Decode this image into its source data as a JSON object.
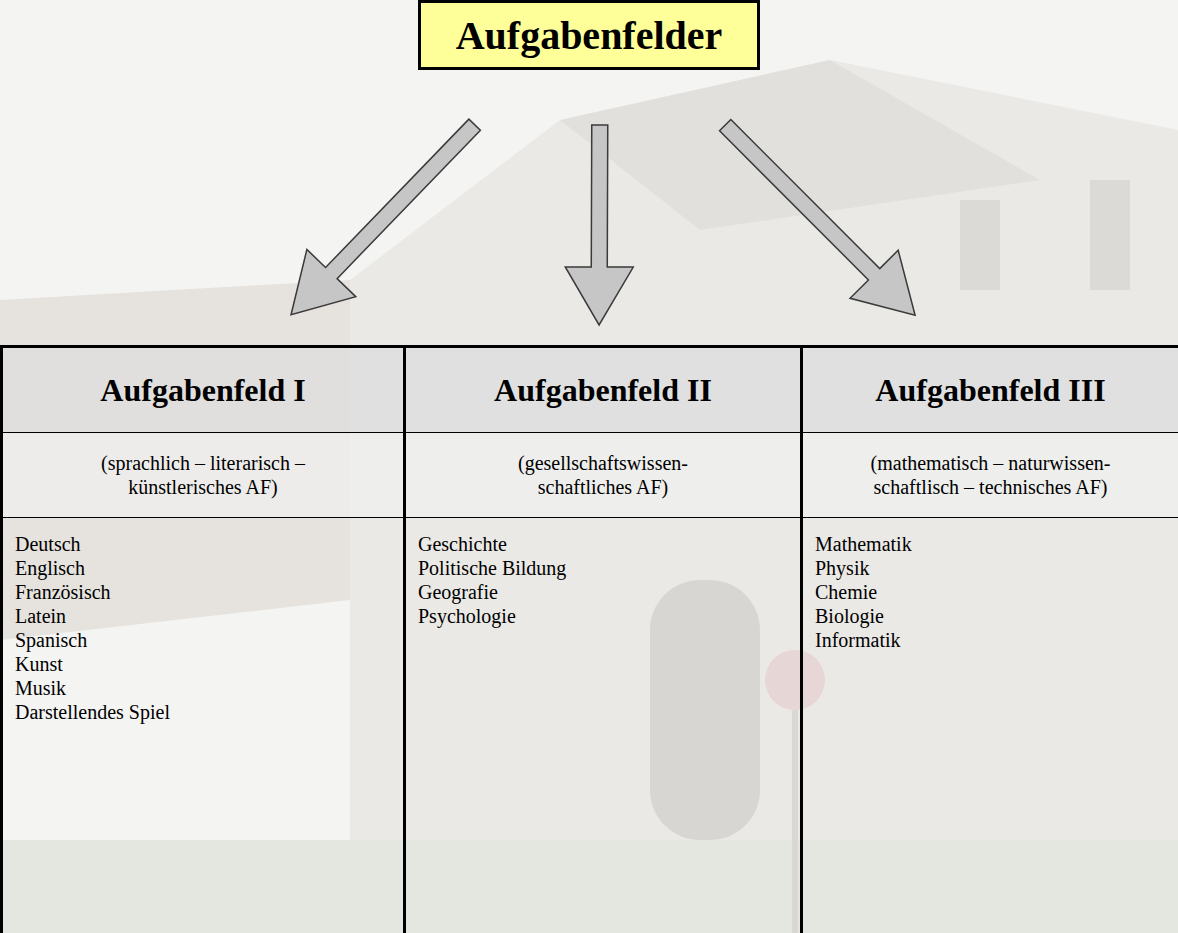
{
  "diagram": {
    "nodes": [
      {
        "text": [
          "Aufgabenfelder"
        ]
      },
      {
        "text": [
          "Aufgabenfeld I",
          "(sprachlich – literarisch – künstlerisches AF)",
          "Deutsch",
          "Englisch",
          "Französisch",
          "Latein",
          "Spanisch",
          "Kunst",
          "Musik",
          "Darstellendes Spiel"
        ]
      },
      {
        "text": [
          "Aufgabenfeld II",
          "(gesellschaftswissen- schaftliches AF)",
          "Geschichte",
          "Politische Bildung",
          "Geografie",
          "Psychologie"
        ]
      },
      {
        "text": [
          "Aufgabenfeld III",
          "(mathematisch – naturwissen- schaftlisch – technisches AF)",
          "Mathematik",
          "Physik",
          "Chemie",
          "Biologie",
          "Informatik"
        ]
      }
    ],
    "edges": [
      {
        "from": 0,
        "to": 1,
        "arrow": "to"
      },
      {
        "from": 0,
        "to": 2,
        "arrow": "to"
      },
      {
        "from": 0,
        "to": 3,
        "arrow": "to"
      }
    ]
  }
}
